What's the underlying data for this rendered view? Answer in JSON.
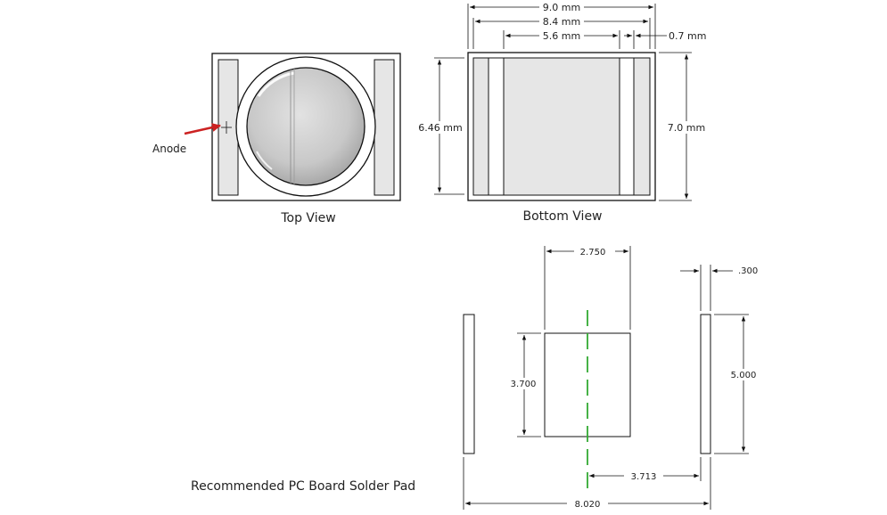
{
  "top_view": {
    "caption": "Top View",
    "anode_label": "Anode"
  },
  "bottom_view": {
    "caption": "Bottom View",
    "dims": {
      "width_overall": "9.0 mm",
      "width_inner": "8.4 mm",
      "width_center": "5.6 mm",
      "pad_gap": "0.7 mm",
      "height_inner": "6.46 mm",
      "height_overall": "7.0 mm"
    }
  },
  "solder_pad": {
    "caption": "Recommended PC Board Solder Pad",
    "dims": {
      "pad_width": "2.750",
      "pad_height": "3.700",
      "strip_width": ".300",
      "strip_height": "5.000",
      "center_to_strip": "3.713",
      "overall": "8.020"
    }
  },
  "colors": {
    "arrow": "#cc2222",
    "centerline": "#33aa33",
    "pad_fill": "#e6e6e6"
  }
}
